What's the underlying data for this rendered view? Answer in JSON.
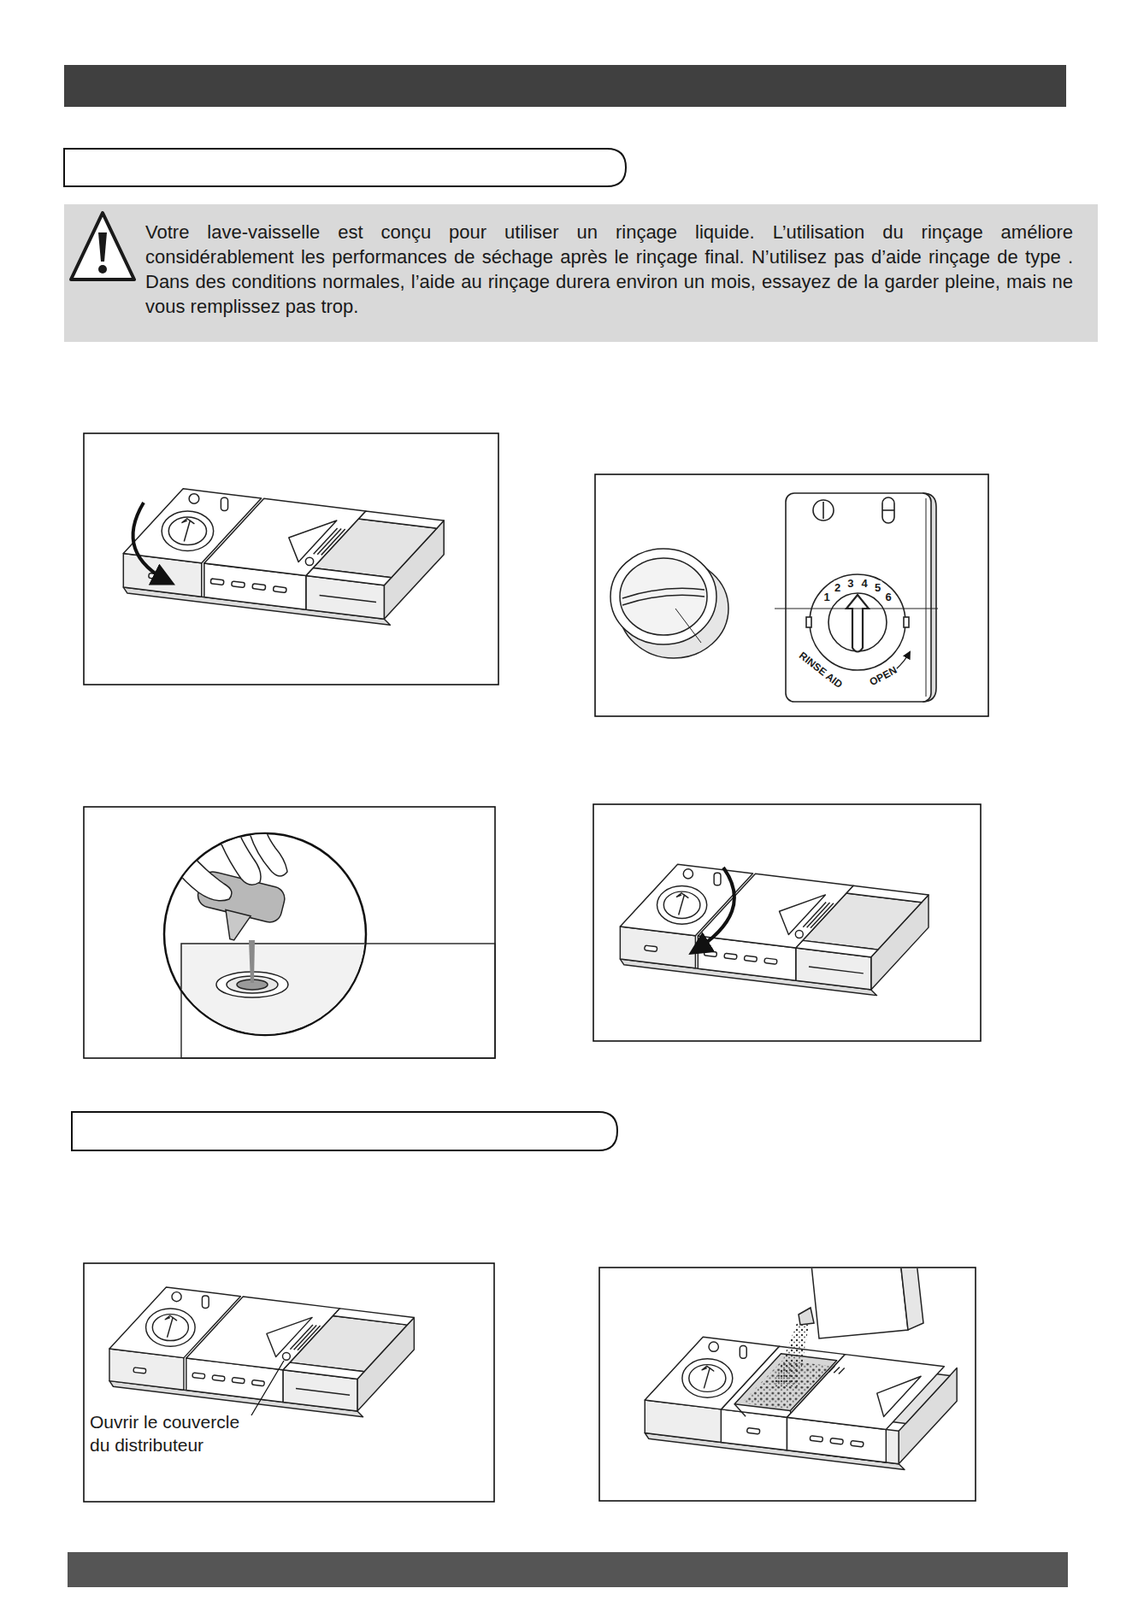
{
  "diagram": {
    "nodes": [
      {
        "text": [
          "Votre lave-vaisselle est conçu pour utiliser un rinçage liquide. L’utilisation du rinçage améliore considérablement les performances de séchage après le rinçage final. N’utilisez pas d’aide rinçage de type . Dans des conditions normales, l’aide au rinçage durera environ un mois, essayez de la garder pleine, mais ne vous remplissez pas trop."
        ]
      }
    ],
    "labels": [
      "1",
      "2",
      "3",
      "4",
      "5",
      "6",
      "RINSE AID",
      "OPEN",
      "Ouvrir le couvercle du distributeur"
    ]
  }
}
